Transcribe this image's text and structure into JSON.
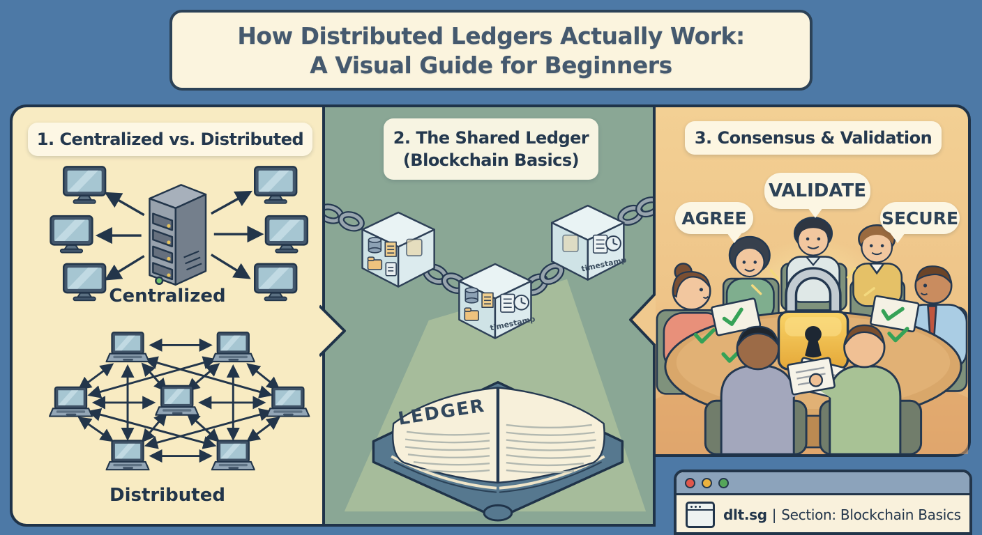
{
  "title": {
    "line1": "How Distributed Ledgers Actually Work:",
    "line2": "A Visual Guide for Beginners"
  },
  "panels": {
    "centralized_vs_distributed": {
      "heading": "1. Centralized vs. Distributed",
      "centralized_label": "Centralized",
      "distributed_label": "Distributed"
    },
    "shared_ledger": {
      "heading_line1": "2. The Shared Ledger",
      "heading_line2": "(Blockchain Basics)",
      "ledger_label": "LEDGER",
      "block_label": "timestamp"
    },
    "consensus_validation": {
      "heading": "3. Consensus & Validation",
      "bubbles": [
        {
          "label": "AGREE"
        },
        {
          "label": "VALIDATE"
        },
        {
          "label": "SECURE"
        }
      ]
    }
  },
  "browser_bar": {
    "site": "dlt.sg",
    "separator": "|",
    "section": "Section: Blockchain Basics"
  },
  "colors": {
    "background": "#4d79a6",
    "outline": "#22354a",
    "title_bg": "#fbf4de",
    "panel_centralized": "#f8ebc2",
    "panel_ledger": "#8aa795",
    "panel_consensus": "#eec488",
    "padlock_gold": "#f0c04a",
    "checkmark_green": "#35a257",
    "traffic_red": "#e0574b",
    "traffic_yellow": "#ecb23e",
    "traffic_green": "#55a559"
  }
}
